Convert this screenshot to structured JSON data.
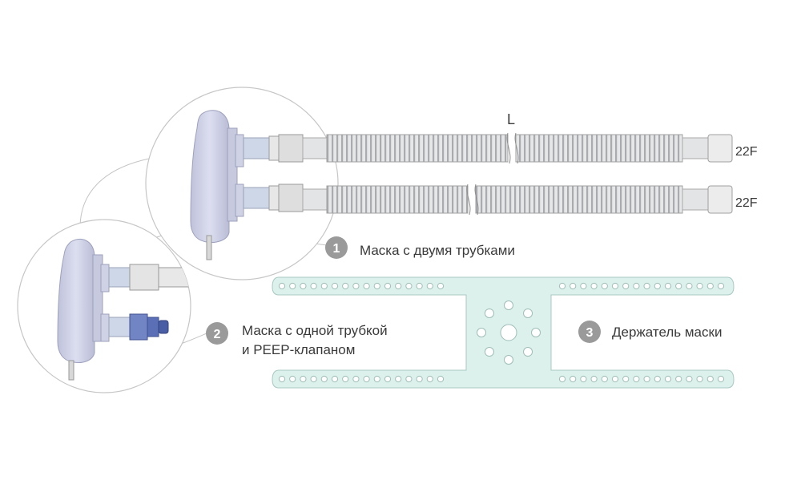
{
  "length_label": "L",
  "connectors": [
    "22F",
    "22F"
  ],
  "callouts": [
    {
      "number": "1",
      "lines": [
        "Маска с двумя трубками"
      ]
    },
    {
      "number": "2",
      "lines": [
        "Маска с одной трубкой",
        "и PEEP-клапаном"
      ]
    },
    {
      "number": "3",
      "lines": [
        "Держатель маски"
      ]
    }
  ],
  "colors": {
    "mask": "#cfd1e4",
    "tube": "#e3e4e6",
    "holder": "#dcf0ec",
    "valve": "#5a6fb5",
    "badge": "#9a9a9a",
    "line": "#bdbdbd"
  }
}
